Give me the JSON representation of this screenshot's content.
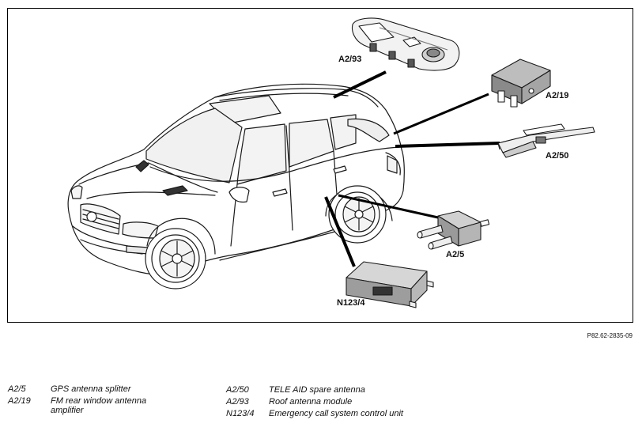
{
  "figure": {
    "reference": "P82.62-2835-09",
    "callouts": {
      "roof_antenna": "A2/93",
      "fm_amplifier": "A2/19",
      "tele_aid_antenna": "A2/50",
      "gps_splitter": "A2/5",
      "emergency_unit": "N123/4"
    }
  },
  "legend": {
    "left": [
      {
        "code": "A2/5",
        "description": "GPS antenna splitter"
      },
      {
        "code": "A2/19",
        "description": "FM rear window antenna amplifier"
      }
    ],
    "right": [
      {
        "code": "A2/50",
        "description": "TELE AID spare antenna"
      },
      {
        "code": "A2/93",
        "description": "Roof antenna module"
      },
      {
        "code": "N123/4",
        "description": "Emergency call system control unit"
      }
    ]
  }
}
